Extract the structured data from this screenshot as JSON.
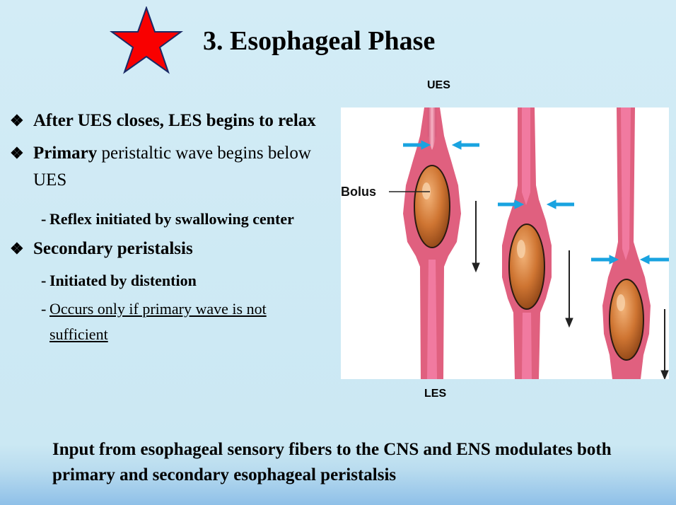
{
  "slide": {
    "title": "3. Esophageal Phase",
    "bullets": [
      {
        "marker": "❖",
        "text": "After UES closes, LES begins to relax"
      },
      {
        "marker": "❖",
        "bold": "Primary",
        "rest": " peristaltic wave begins below UES"
      },
      {
        "dash": "-",
        "text": "Reflex initiated by swallowing center"
      },
      {
        "marker": "❖",
        "text": "Secondary peristalsis"
      },
      {
        "dash": "-",
        "text": "Initiated by distention"
      },
      {
        "dash": "-",
        "text": "Occurs only if primary wave is not sufficient"
      }
    ],
    "footer": "Input from esophageal sensory fibers to the CNS and ENS modulates both primary and secondary esophageal peristalsis"
  },
  "figure": {
    "label_top": "UES",
    "label_bottom": "LES",
    "bolus_label": "Bolus"
  },
  "colors": {
    "star": "#f90000",
    "tube": "#e0607f",
    "bolus": "#c9742e"
  }
}
